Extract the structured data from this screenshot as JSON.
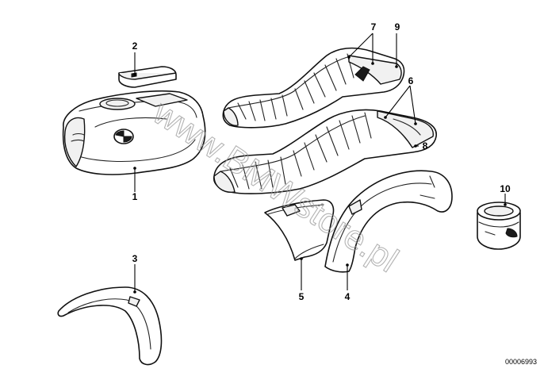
{
  "watermark": "www.BMWstore.pl",
  "reference_number": "00006993",
  "callouts": [
    {
      "label": "1",
      "part": "fuel-tank"
    },
    {
      "label": "2",
      "part": "tank-cap-cover"
    },
    {
      "label": "3",
      "part": "front-fender"
    },
    {
      "label": "4",
      "part": "rear-fender"
    },
    {
      "label": "5",
      "part": "rear-fender-inner-panel"
    },
    {
      "label": "6",
      "part": "lower-seat-cover"
    },
    {
      "label": "7",
      "part": "upper-seat-grab-strap"
    },
    {
      "label": "8",
      "part": "lower-seat-tail-cover"
    },
    {
      "label": "9",
      "part": "upper-seat-tail-cover"
    },
    {
      "label": "10",
      "part": "paint-can"
    }
  ]
}
